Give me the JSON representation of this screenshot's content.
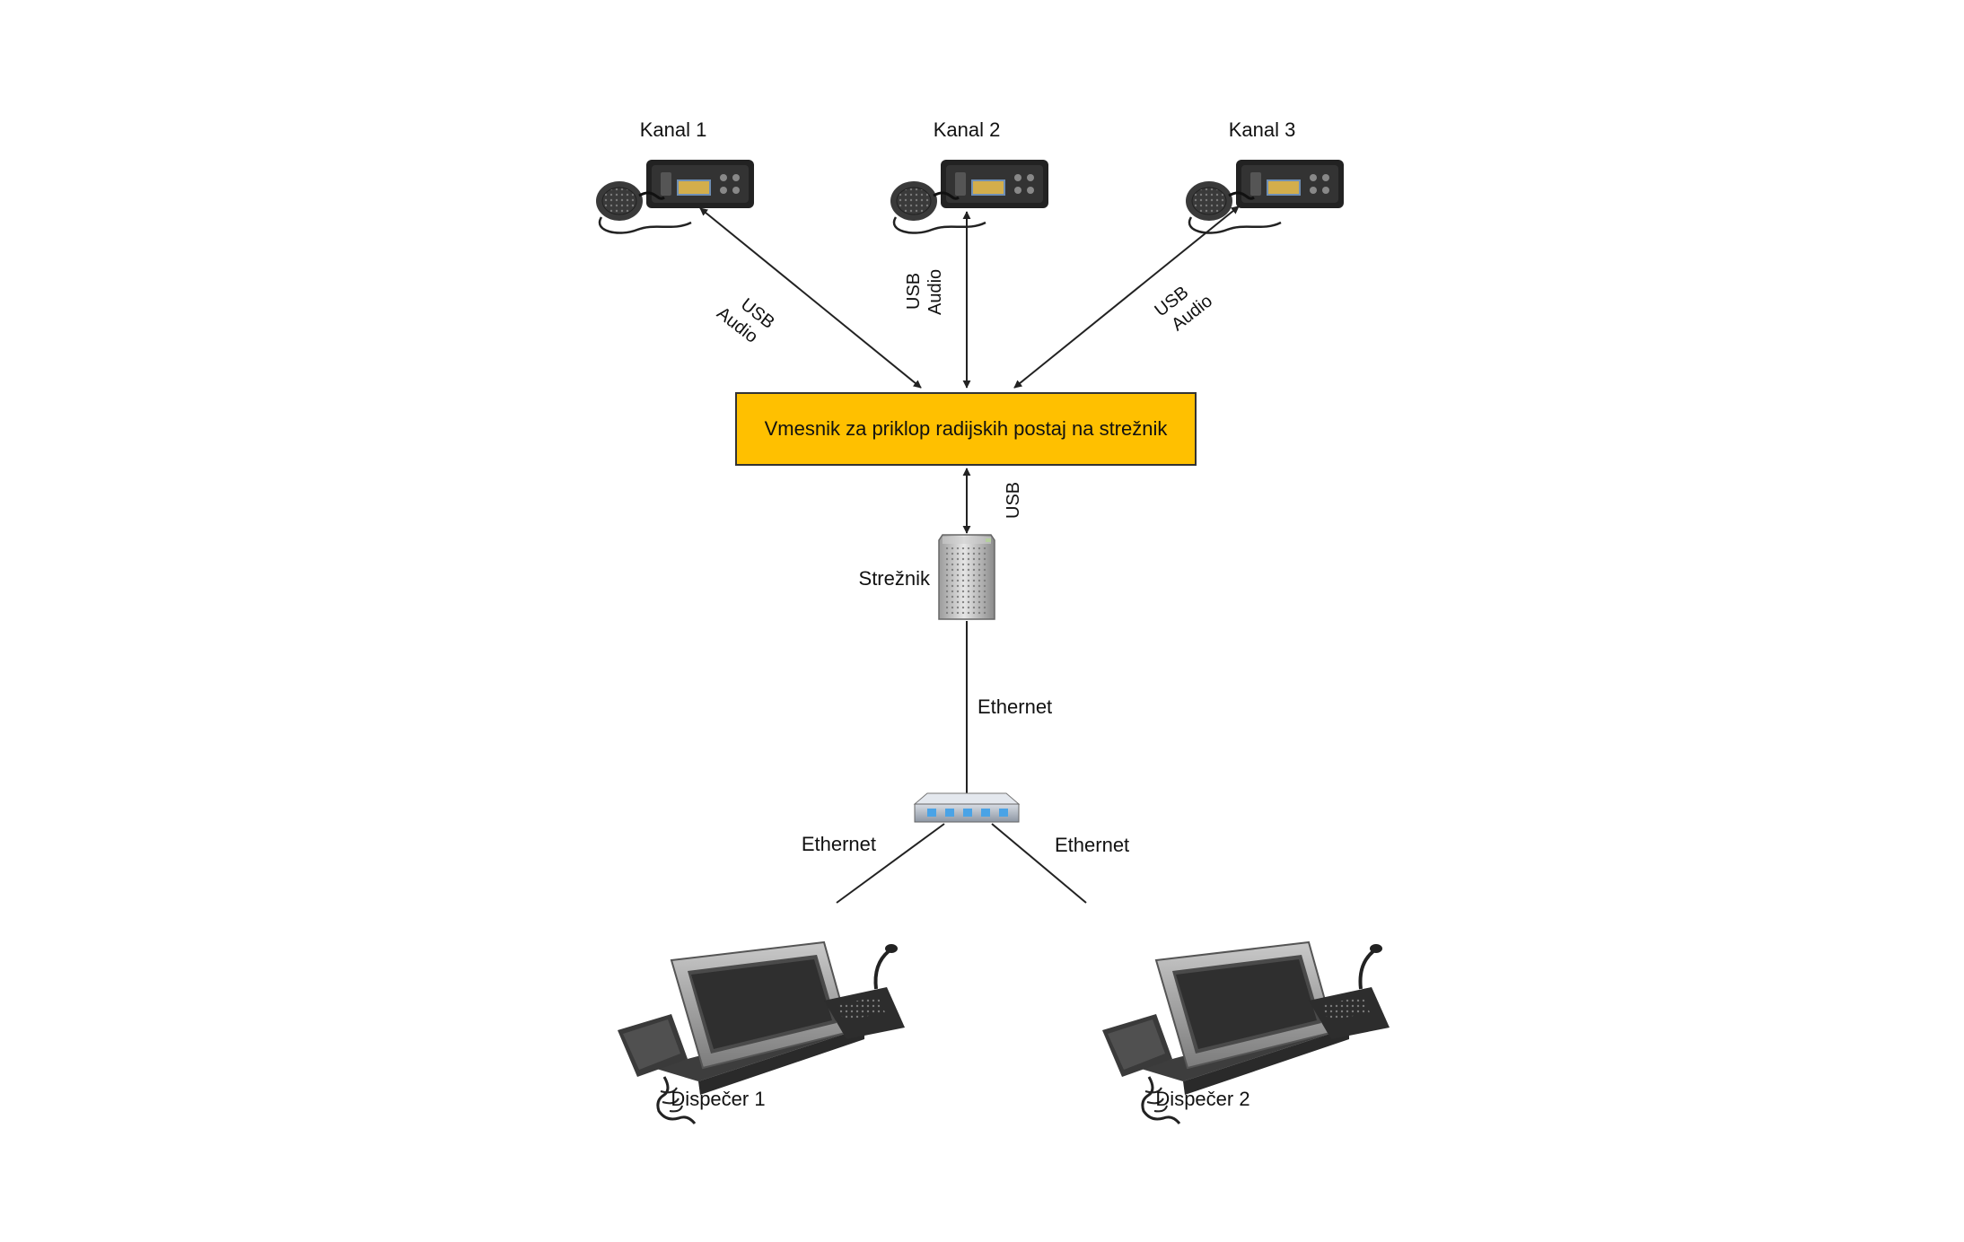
{
  "colors": {
    "interface_box_fill": "#ffc000",
    "interface_box_stroke": "#333333",
    "line": "#222222",
    "background": "#ffffff"
  },
  "radios": [
    {
      "label": "Kanal 1",
      "icon": "mobile-radio-icon"
    },
    {
      "label": "Kanal 2",
      "icon": "mobile-radio-icon"
    },
    {
      "label": "Kanal 3",
      "icon": "mobile-radio-icon"
    }
  ],
  "links": {
    "radio_1": {
      "line1": "USB",
      "line2": "Audio"
    },
    "radio_2": {
      "line1": "USB",
      "line2": "Audio"
    },
    "radio_3": {
      "line1": "USB",
      "line2": "Audio"
    },
    "interface_to_server": "USB",
    "server_to_switch": "Ethernet",
    "switch_to_dispatcher_1": "Ethernet",
    "switch_to_dispatcher_2": "Ethernet"
  },
  "interface_box": {
    "label": "Vmesnik za priklop radijskih postaj na strežnik"
  },
  "server": {
    "label": "Strežnik",
    "icon": "server-tower-icon"
  },
  "switch": {
    "icon": "network-switch-icon"
  },
  "dispatchers": [
    {
      "label": "Dispečer 1",
      "icon": "dispatch-console-icon"
    },
    {
      "label": "Dispečer 2",
      "icon": "dispatch-console-icon"
    }
  ]
}
